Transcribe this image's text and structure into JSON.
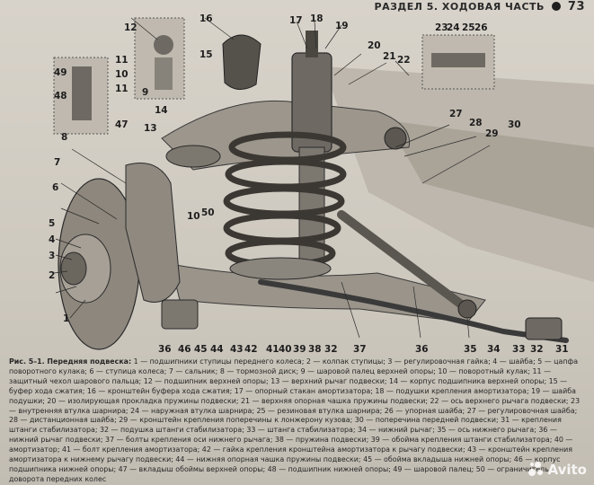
{
  "header": {
    "section": "РАЗДЕЛ 5. ХОДОВАЯ ЧАСТЬ",
    "page_number": "73"
  },
  "figure": {
    "callouts": [
      "12",
      "16",
      "17",
      "18",
      "19",
      "23",
      "24",
      "25",
      "26",
      "11",
      "10",
      "9",
      "15",
      "49",
      "11",
      "48",
      "47",
      "22",
      "20",
      "21",
      "14",
      "13",
      "8",
      "27",
      "28",
      "30",
      "7",
      "29",
      "6",
      "10",
      "50",
      "5",
      "4",
      "3",
      "2",
      "1",
      "36",
      "46",
      "45",
      "44",
      "43",
      "42",
      "41",
      "40",
      "39",
      "38",
      "32",
      "37",
      "36",
      "35",
      "34",
      "33",
      "32",
      "31"
    ]
  },
  "caption": {
    "lead": "Рис. 5–1. Передняя подвеска:",
    "body": " 1 — подшипники ступицы переднего колеса; 2 — колпак ступицы; 3 — регулировочная гайка; 4 — шайба; 5 — цапфа поворотного кулака; 6 — ступица колеса; 7 — сальник; 8 — тормозной диск; 9 — шаровой палец верхней опоры; 10 — поворотный кулак; 11 — защитный чехол шарового пальца; 12 — подшипник верхней опоры; 13 — верхний рычаг подвески; 14 — корпус подшипника верхней опоры; 15 — буфер хода сжатия; 16 — кронштейн буфера хода сжатия; 17 — опорный стакан амортизатора; 18 — подушки крепления амортизатора; 19 — шайба подушки; 20 — изолирующая прокладка пружины подвески; 21 — верхняя опорная чашка пружины подвески; 22 — ось верхнего рычага подвески; 23 — внутренняя втулка шарнира; 24 — наружная втулка шарнира; 25 — резиновая втулка шарнира; 26 — упорная шайба; 27 — регулировочная шайба; 28 — дистанционная шайба; 29 — кронштейн крепления поперечины к лонжерону кузова; 30 — поперечина передней подвески; 31 — крепления штанги стабилизатора; 32 — подушка штанги стабилизатора; 33 — штанга стабилизатора; 34 — нижний рычаг; 35 — ось нижнего рычага; 36 — нижний рычаг подвески; 37 — болты крепления оси нижнего рычага; 38 — пружина подвески; 39 — обойма крепления штанги стабилизатора; 40 — амортизатор; 41 — болт крепления амортизатора; 42 — гайка крепления кронштейна амортизатора к рычагу подвески; 43 — кронштейн крепления амортизатора к нижнему рычагу подвески; 44 — нижняя опорная чашка пружины подвески; 45 — обойма вкладыша нижней опоры; 46 — корпус подшипника нижней опоры; 47 — вкладыш обоймы верхней опоры; 48 — подшипник нижней опоры; 49 — шаровой палец; 50 — ограничитель доворота передних колес"
  },
  "watermark": {
    "text": "Avito"
  }
}
